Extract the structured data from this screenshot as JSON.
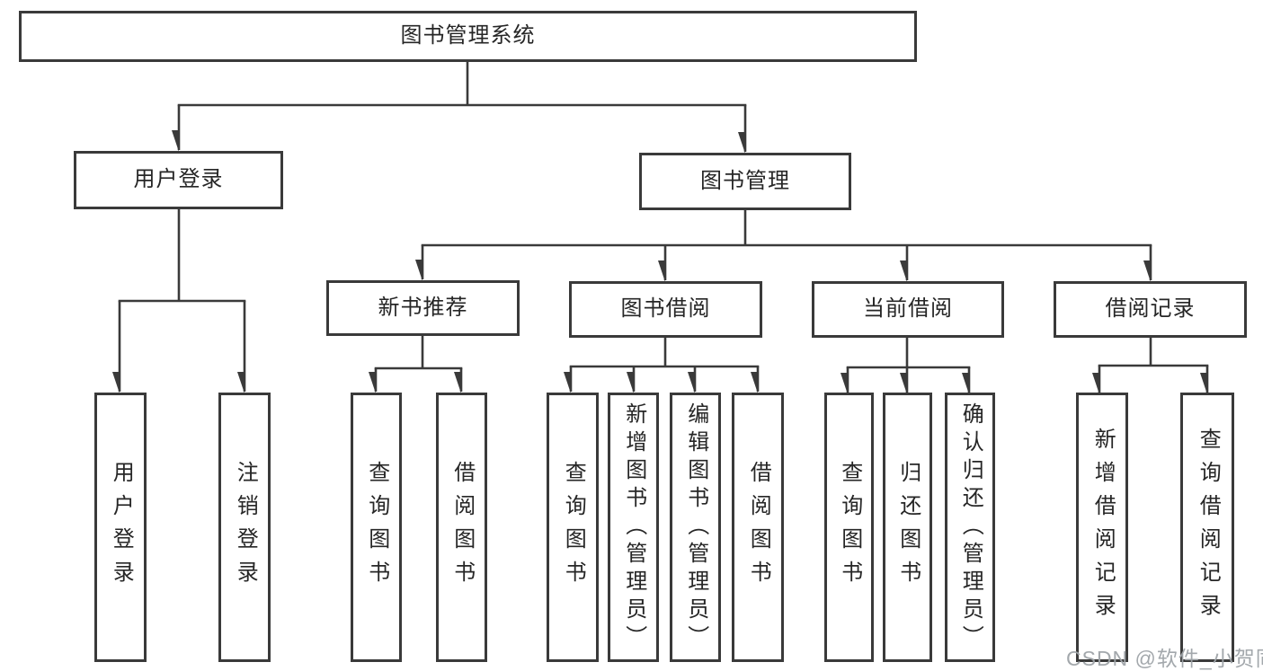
{
  "diagram": {
    "root": {
      "label": "图书管理系统"
    },
    "level2": {
      "user_login": {
        "label": "用户登录"
      },
      "book_mgmt": {
        "label": "图书管理"
      }
    },
    "level3": {
      "new_book_rec": {
        "label": "新书推荐"
      },
      "book_borrow": {
        "label": "图书借阅"
      },
      "current_borrow": {
        "label": "当前借阅"
      },
      "borrow_records": {
        "label": "借阅记录"
      }
    },
    "leaves": {
      "login": [
        "用户登录",
        "注销登录"
      ],
      "recommend": [
        "查询图书",
        "借阅图书"
      ],
      "borrow": [
        "查询图书",
        "新增图书（管理员）",
        "编辑图书（管理员）",
        "借阅图书"
      ],
      "current": [
        "查询图书",
        "归还图书",
        "确认归还（管理员）"
      ],
      "records": [
        "新增借阅记录",
        "查询借阅记录"
      ]
    }
  },
  "watermark": "CSDN @软件_小贺同学",
  "colors": {
    "line": "#3a3a3a",
    "text": "#262626",
    "watermark": "#9ea3a8",
    "background": "#ffffff"
  }
}
